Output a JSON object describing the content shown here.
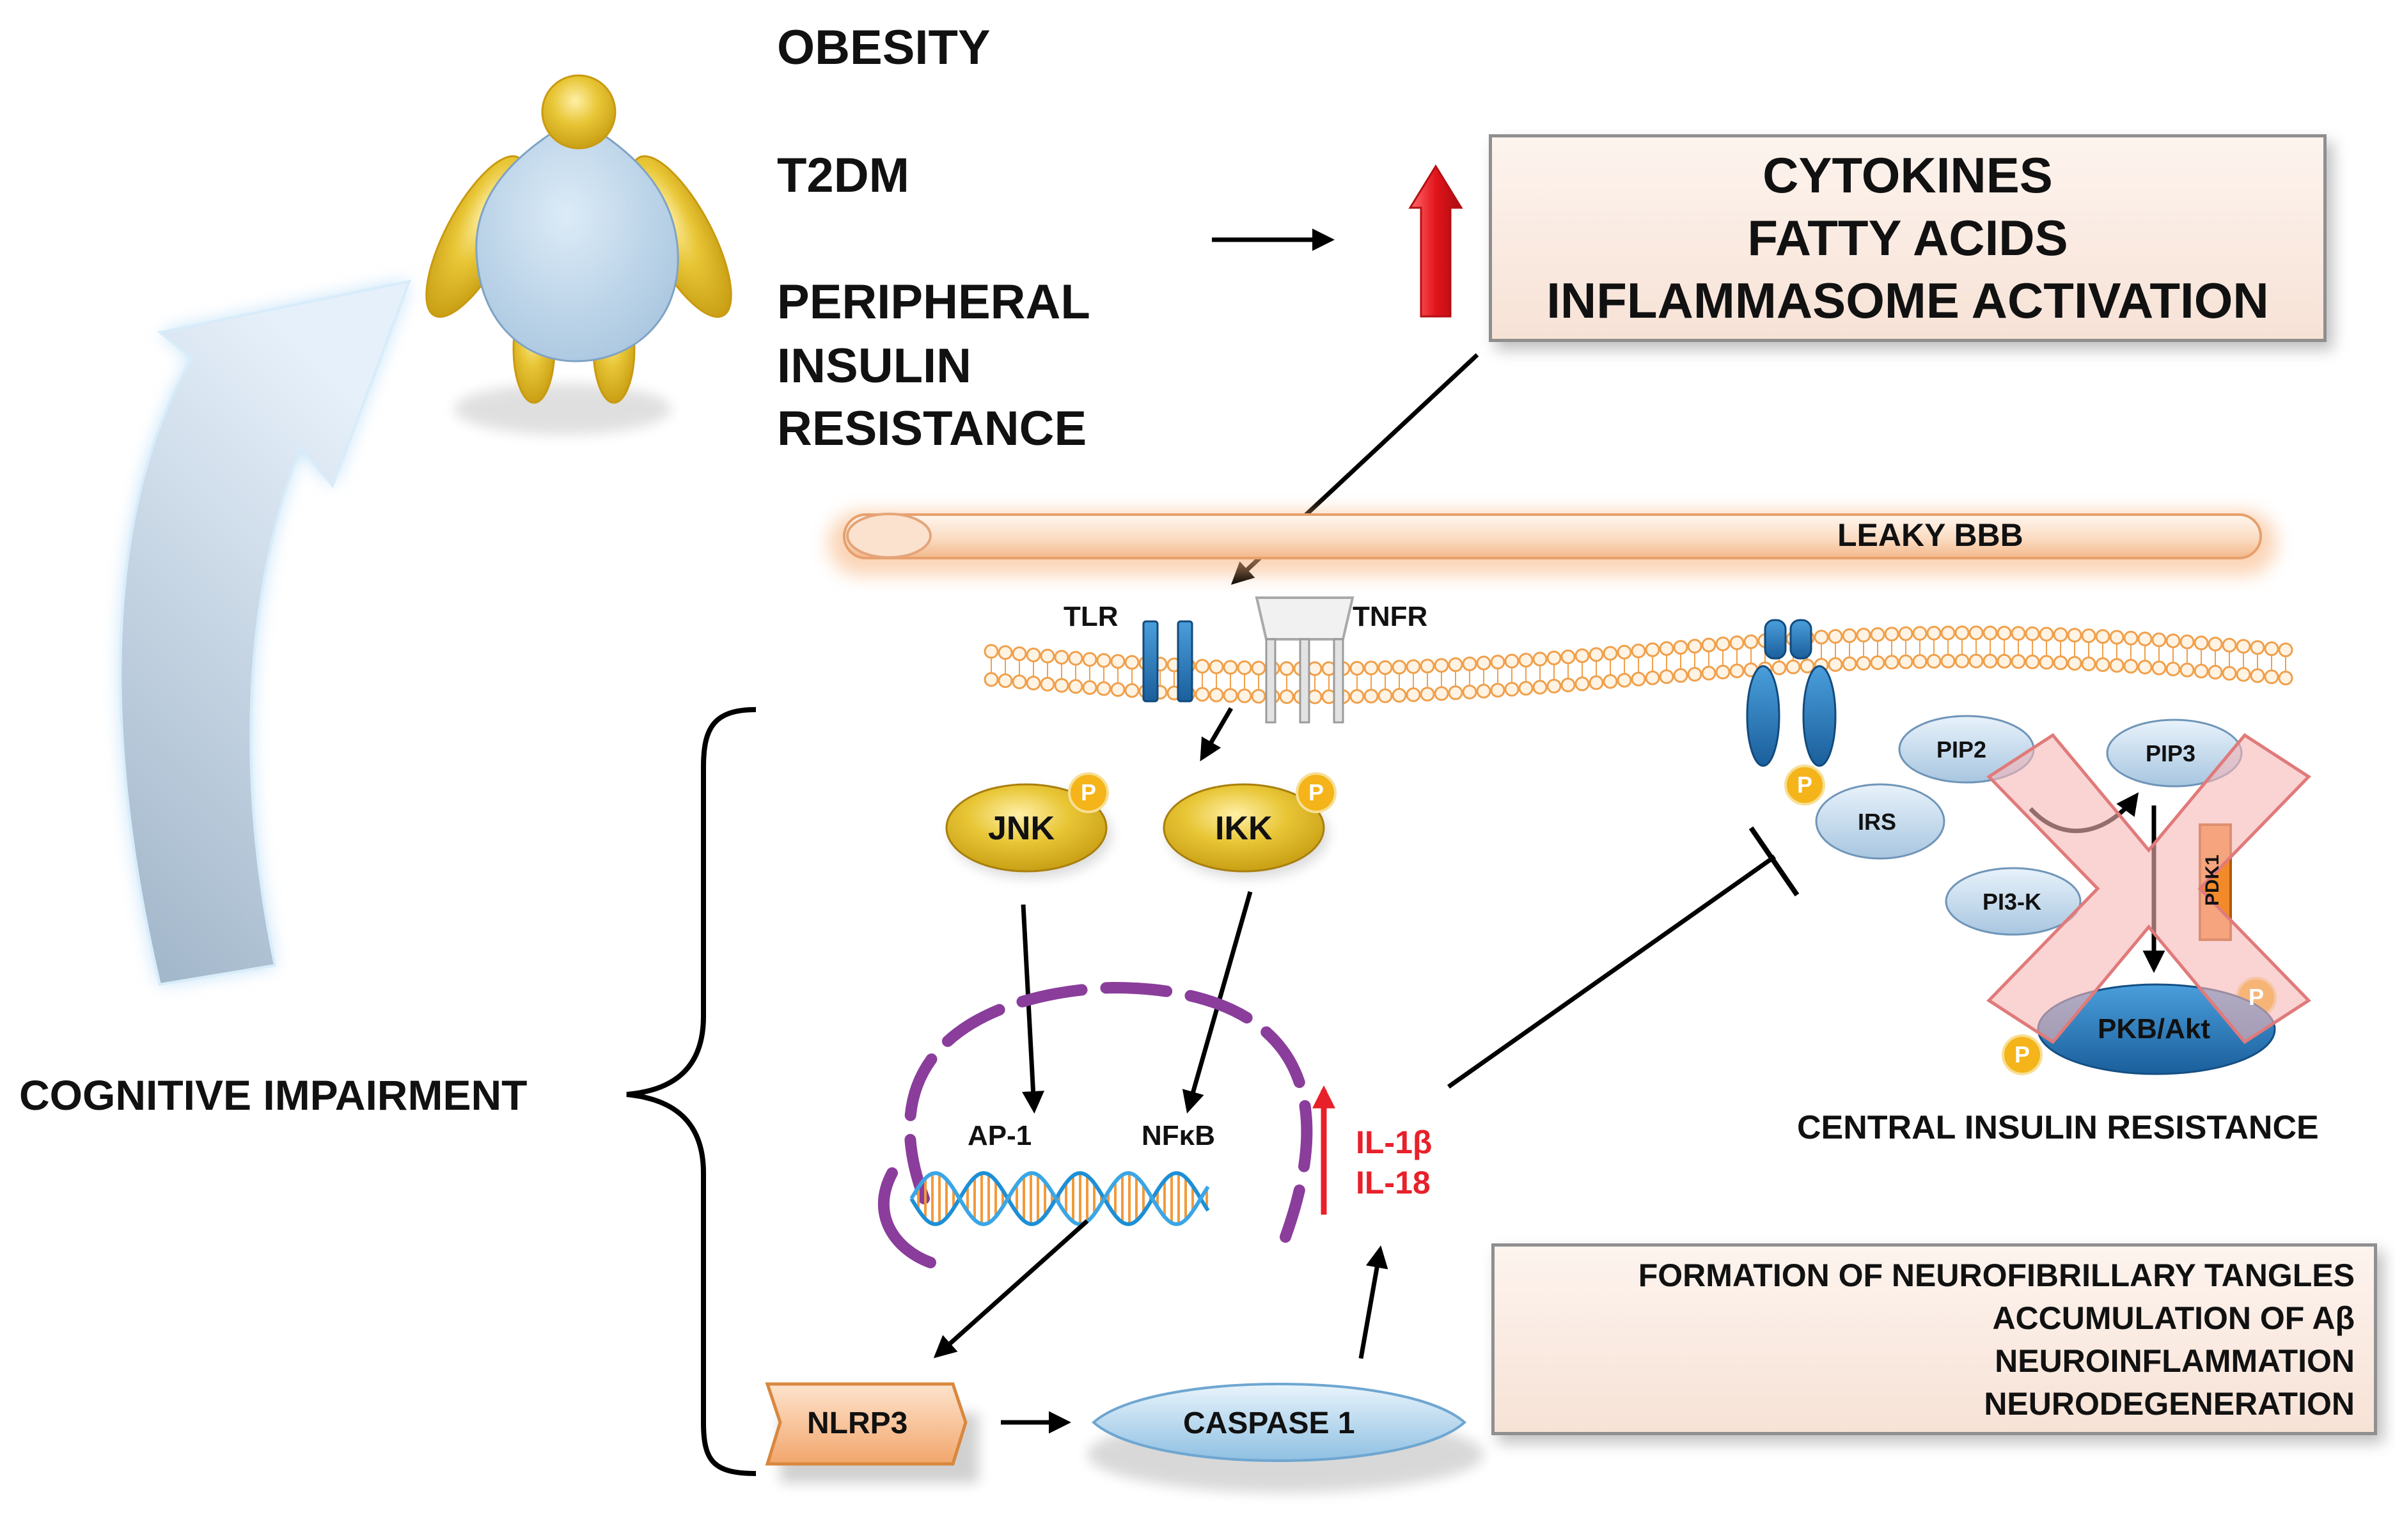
{
  "risk_factors": {
    "obesity": "OBESITY",
    "t2dm": "T2DM",
    "peripheral_ir": [
      "PERIPHERAL",
      "INSULIN",
      "RESISTANCE"
    ]
  },
  "effects_box": [
    "CYTOKINES",
    "FATTY ACIDS",
    "INFLAMMASOME ACTIVATION"
  ],
  "barrier": {
    "label": "LEAKY BBB"
  },
  "receptors": {
    "tlr": "TLR",
    "tnfr": "TNFR"
  },
  "kinases": {
    "jnk": "JNK",
    "ikk": "IKK",
    "phospho": "P"
  },
  "nucleus": {
    "ap1": "AP-1",
    "nfkb": "NFκB"
  },
  "inflammasome": {
    "nlrp3": "NLRP3",
    "caspase": "CASPASE 1"
  },
  "interleukins": [
    "IL-1β",
    "IL-18"
  ],
  "insulin_pathway": {
    "irs": "IRS",
    "pip2": "PIP2",
    "pip3": "PIP3",
    "pi3k": "PI3-K",
    "pdk1": "PDK1",
    "akt": "PKB/Akt",
    "caption": "CENTRAL INSULIN RESISTANCE"
  },
  "outcomes_box": [
    "FORMATION OF NEUROFIBRILLARY TANGLES",
    "ACCUMULATION OF Aβ",
    "NEUROINFLAMMATION",
    "NEURODEGENERATION"
  ],
  "cognitive_label": "COGNITIVE IMPAIRMENT",
  "colors": {
    "inhibition_red": "#e8202a",
    "gold": "#c9a114",
    "membrane": "#f0a04b",
    "light_blue": "#bcd6ea",
    "dark_blue": "#1f73b4",
    "nlrp3_orange": "#f6b98a"
  }
}
